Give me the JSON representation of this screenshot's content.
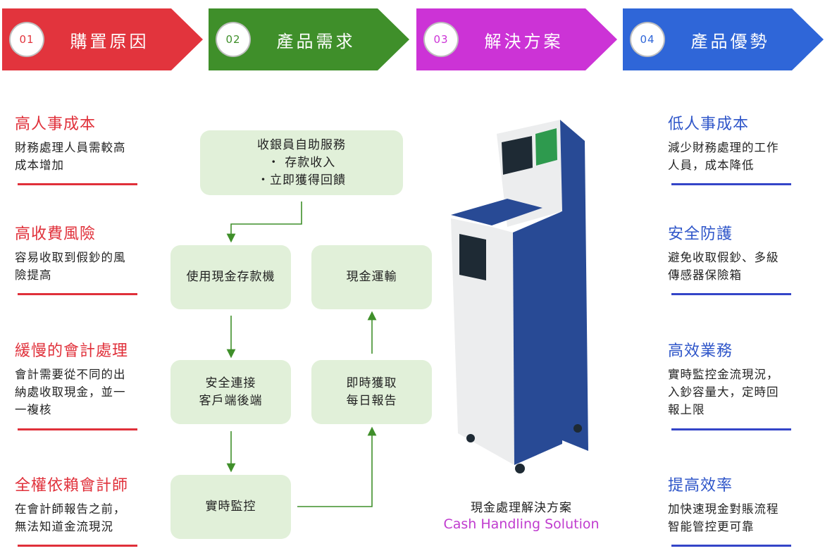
{
  "steps": [
    {
      "num": "01",
      "label": "購置原因",
      "color": "#e2343d",
      "num_color": "#e2343d"
    },
    {
      "num": "02",
      "label": "產品需求",
      "color": "#3f8f2a",
      "num_color": "#3f8f2a"
    },
    {
      "num": "03",
      "label": "解決方案",
      "color": "#cc33d6",
      "num_color": "#cc33d6"
    },
    {
      "num": "04",
      "label": "產品優勢",
      "color": "#2f66d8",
      "num_color": "#2f66d8"
    }
  ],
  "reasons": [
    {
      "title": "高人事成本",
      "desc_lines": [
        "財務處理人員需較高",
        "成本增加"
      ]
    },
    {
      "title": "高收費風險",
      "desc_lines": [
        "容易收取到假鈔的風",
        "險提高"
      ]
    },
    {
      "title": "緩慢的會計處理",
      "desc_lines": [
        "會計需要從不同的出",
        "納處收取現金，並一",
        "一複核"
      ]
    },
    {
      "title": "全權依賴會計師",
      "desc_lines": [
        "在會計師報告之前，",
        "無法知道金流現況"
      ]
    }
  ],
  "advantages": [
    {
      "title": "低人事成本",
      "desc_lines": [
        "減少財務處理的工作",
        "人員，成本降低"
      ]
    },
    {
      "title": "安全防護",
      "desc_lines": [
        "避免收取假鈔、多級",
        "傳感器保險箱"
      ]
    },
    {
      "title": "高效業務",
      "desc_lines": [
        "實時監控金流現況，",
        "入鈔容量大，定時回",
        "報上限"
      ]
    },
    {
      "title": "提高效率",
      "desc_lines": [
        "加快速現金對賬流程",
        "智能管控更可靠"
      ]
    }
  ],
  "flow": {
    "top": {
      "line1": "收銀員自助服務",
      "line2": "・ 存款收入",
      "line3": "・立即獲得回饋"
    },
    "deposit_machine": "使用現金存款機",
    "secure_line1": "安全連接",
    "secure_line2": "客戶端後端",
    "realtime_monitor": "實時監控",
    "report_line1": "即時獲取",
    "report_line2": "每日報告",
    "cash_transport": "現金運輸",
    "arrow_color": "#3f8f2a"
  },
  "machine": {
    "body_color": "#ecedee",
    "panel_color": "#284a95",
    "screen_color": "#1e2a34",
    "screen_accent": "#2e9a4e"
  },
  "caption": {
    "zh": "現金處理解決方案",
    "en": "Cash Handling Solution"
  }
}
